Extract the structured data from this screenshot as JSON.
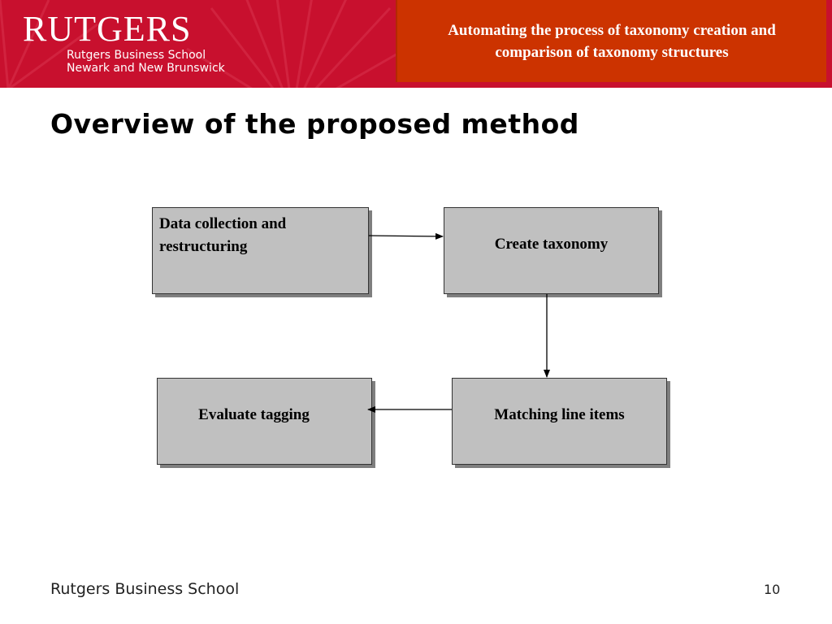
{
  "header": {
    "logo_wordmark": "RUTGERS",
    "logo_line1": "Rutgers Business School",
    "logo_line2": "Newark and New Brunswick",
    "presentation_title": "Automating the process of taxonomy creation and comparison of taxonomy structures",
    "colors": {
      "brand_red": "#c8102e",
      "title_box": "#cc3300"
    }
  },
  "slide": {
    "heading": "Overview of the proposed method"
  },
  "diagram": {
    "nodes": [
      {
        "id": "data",
        "label": "Data collection and restructuring"
      },
      {
        "id": "create",
        "label": "Create taxonomy"
      },
      {
        "id": "matching",
        "label": "Matching line items"
      },
      {
        "id": "evaluate",
        "label": "Evaluate tagging"
      }
    ],
    "edges": [
      {
        "from": "data",
        "to": "create"
      },
      {
        "from": "create",
        "to": "matching"
      },
      {
        "from": "matching",
        "to": "evaluate"
      }
    ],
    "colors": {
      "box_fill": "#c0c0c0",
      "shadow": "#7f7f7f"
    }
  },
  "footer": {
    "organization": "Rutgers Business School",
    "page_number": "10"
  }
}
